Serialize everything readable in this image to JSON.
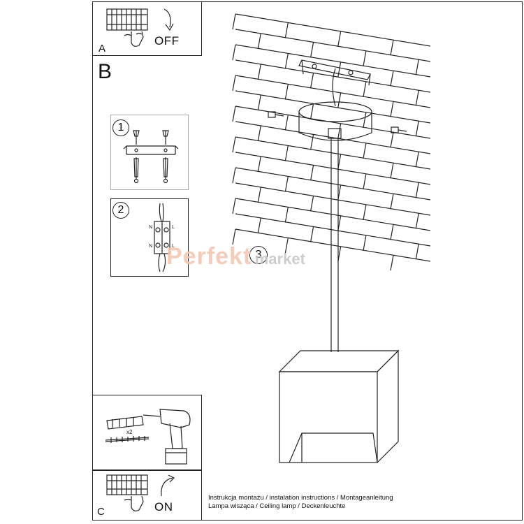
{
  "steps": {
    "A": {
      "letter": "A",
      "action": "OFF"
    },
    "B": {
      "letter": "B"
    },
    "C": {
      "letter": "C",
      "action": "ON"
    },
    "one": "1",
    "two": "2",
    "three": "3"
  },
  "wiring": {
    "left_terminal": "N",
    "right_terminal": "L",
    "left_terminal_2": "N",
    "right_terminal_2": "L"
  },
  "kit": {
    "quantity": "x2"
  },
  "watermark": {
    "brand": "Perfekt",
    "suffix": "market"
  },
  "caption": {
    "line1": "Instrukcja montażu / instalation instructions / Montageanleitung",
    "line2": "Lampa wisząca / Ceiling lamp / Deckenleuchte"
  },
  "colors": {
    "line": "#222222",
    "watermark": "#f3c7b5",
    "background": "#ffffff"
  }
}
